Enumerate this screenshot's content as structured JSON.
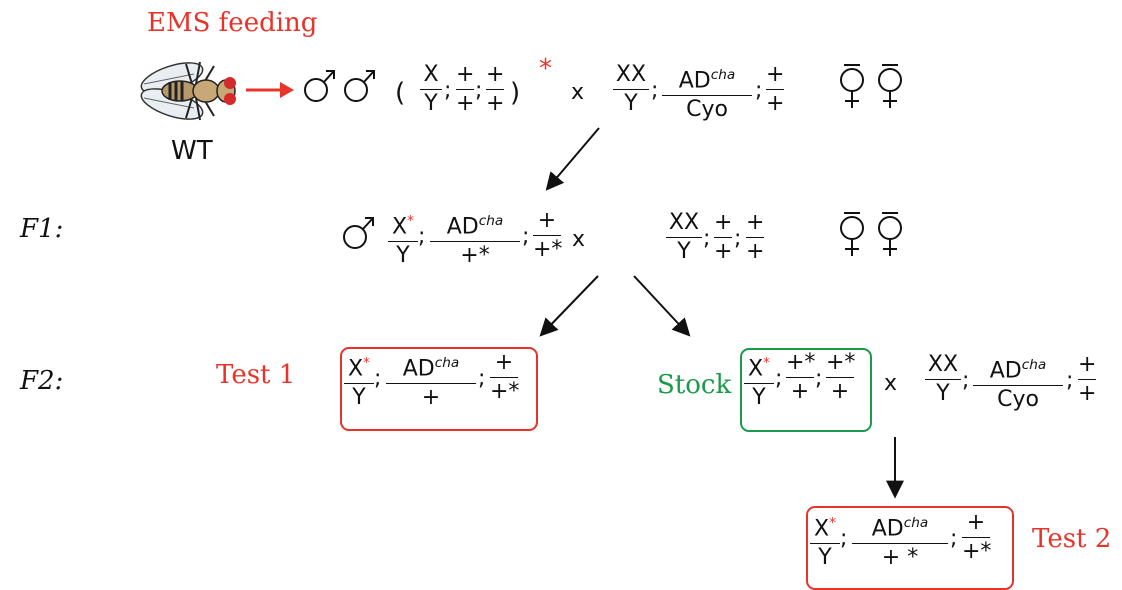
{
  "header": {
    "ems_label": "EMS feeding",
    "wt_label": "WT"
  },
  "symbols": {
    "male": "♂",
    "female": "♀",
    "cross": "x",
    "star": "*",
    "plus": "+",
    "semicolon": ";",
    "open_paren": "(",
    "close_paren": ")"
  },
  "generations": {
    "f1": "F1:",
    "f2": "F2:"
  },
  "chromosomes": {
    "x": "X",
    "y": "Y",
    "xx": "XX",
    "cyo": "Cyo",
    "ad": "AD",
    "cha": "cha",
    "plus_star": "+*",
    "plus_space_star": "+ *"
  },
  "tests": {
    "test1": "Test 1",
    "test2": "Test 2",
    "stock": "Stock"
  },
  "colors": {
    "red": "#e8332a",
    "green": "#1a9a4a",
    "black": "#111111"
  },
  "icons": [
    "fly-icon",
    "male-symbol-icon",
    "female-symbol-icon",
    "arrow-icon"
  ]
}
